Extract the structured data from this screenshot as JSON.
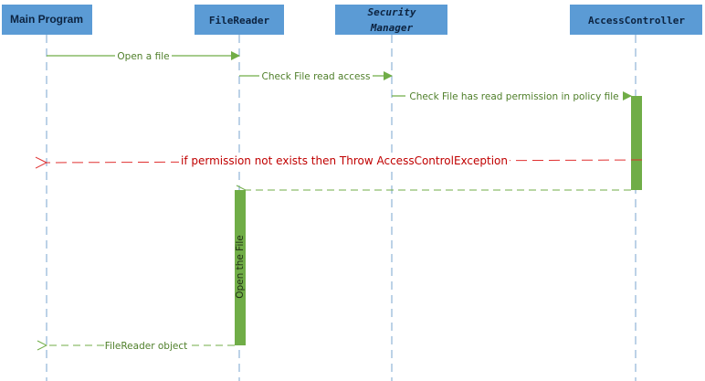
{
  "participants": {
    "main": "Main Program",
    "filereader": "FileReader",
    "security_1": "Security",
    "security_2": "Manager",
    "access": "AccessController"
  },
  "messages": {
    "open_file": "Open a file",
    "check_read": "Check File read access",
    "check_permission": "Check File has read permission in policy file",
    "throw_exception": "if permission not exists then Throw AccessControlException",
    "open_the_file": "Open the File",
    "filereader_object": "FileReader object"
  },
  "colors": {
    "header": "#5b9bd5",
    "activation": "#70ad47",
    "error": "#c00000"
  }
}
